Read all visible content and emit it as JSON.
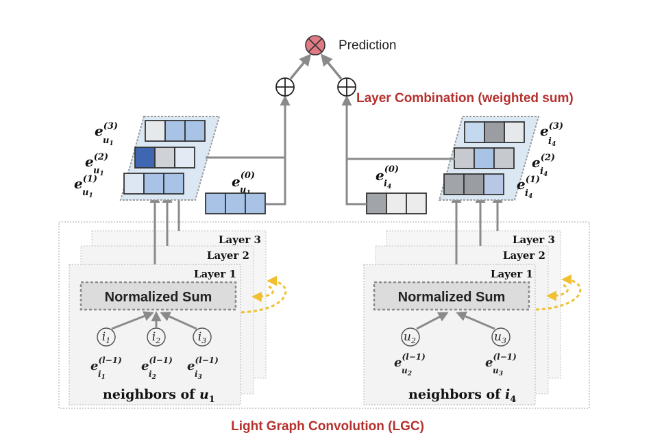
{
  "title": {
    "prediction": "Prediction",
    "layer_combination": "Layer Combination (weighted sum)",
    "lgc": "Light Graph Convolution (LGC)"
  },
  "colors": {
    "accent_red": "#b5312e",
    "prediction_node": "#e07a85",
    "arrow": "#8a8a8a",
    "dashed_yellow": "#f0c030",
    "stack_bg": "#dbe8f3"
  },
  "left": {
    "layers": [
      "Layer 3",
      "Layer 2",
      "Layer 1"
    ],
    "normalized_sum": "Normalized Sum",
    "neighbors": [
      {
        "node": "i",
        "sub": "1",
        "emb": "e",
        "sup": "(l−1)",
        "emb_sub": "i",
        "emb_subsub": "1"
      },
      {
        "node": "i",
        "sub": "2",
        "emb": "e",
        "sup": "(l−1)",
        "emb_sub": "i",
        "emb_subsub": "2"
      },
      {
        "node": "i",
        "sub": "3",
        "emb": "e",
        "sup": "(l−1)",
        "emb_sub": "i",
        "emb_subsub": "3"
      }
    ],
    "neighbors_label": "neighbors of ",
    "neighbors_var": "u",
    "neighbors_sub": "1",
    "stack_labels": [
      {
        "base": "e",
        "sup": "(3)",
        "sub": "u",
        "subsub": "1"
      },
      {
        "base": "e",
        "sup": "(2)",
        "sub": "u",
        "subsub": "1"
      },
      {
        "base": "e",
        "sup": "(1)",
        "sub": "u",
        "subsub": "1"
      }
    ],
    "initial_label": {
      "base": "e",
      "sup": "(0)",
      "sub": "u",
      "subsub": "1"
    }
  },
  "right": {
    "layers": [
      "Layer 3",
      "Layer 2",
      "Layer 1"
    ],
    "normalized_sum": "Normalized Sum",
    "neighbors": [
      {
        "node": "u",
        "sub": "2",
        "emb": "e",
        "sup": "(l−1)",
        "emb_sub": "u",
        "emb_subsub": "2"
      },
      {
        "node": "u",
        "sub": "3",
        "emb": "e",
        "sup": "(l−1)",
        "emb_sub": "u",
        "emb_subsub": "3"
      }
    ],
    "neighbors_label": "neighbors of ",
    "neighbors_var": "i",
    "neighbors_sub": "4",
    "stack_labels": [
      {
        "base": "e",
        "sup": "(3)",
        "sub": "i",
        "subsub": "4"
      },
      {
        "base": "e",
        "sup": "(2)",
        "sub": "i",
        "subsub": "4"
      },
      {
        "base": "e",
        "sup": "(1)",
        "sub": "i",
        "subsub": "4"
      }
    ],
    "initial_label": {
      "base": "e",
      "sup": "(0)",
      "sub": "i",
      "subsub": "4"
    }
  },
  "embedding_cells": {
    "left_layer3": [
      "#e6e9ec",
      "#a9c3e6",
      "#a9c3e6"
    ],
    "left_layer2": [
      "#3f66b0",
      "#cfd3d8",
      "#e3eaf3"
    ],
    "left_layer1": [
      "#dde7f4",
      "#a9c3e6",
      "#a9c3e6"
    ],
    "left_initial": [
      "#a9c3e6",
      "#a9c3e6",
      "#a9c3e6"
    ],
    "right_layer3": [
      "#c4d8ef",
      "#9a9da1",
      "#e6e9ec"
    ],
    "right_layer2": [
      "#c6c9cd",
      "#a9c3e6",
      "#c6c9cd"
    ],
    "right_layer1": [
      "#a1a4a8",
      "#9a9da1",
      "#b8c7e3"
    ],
    "right_initial": [
      "#a1a4a8",
      "#ececec",
      "#ececec"
    ]
  }
}
